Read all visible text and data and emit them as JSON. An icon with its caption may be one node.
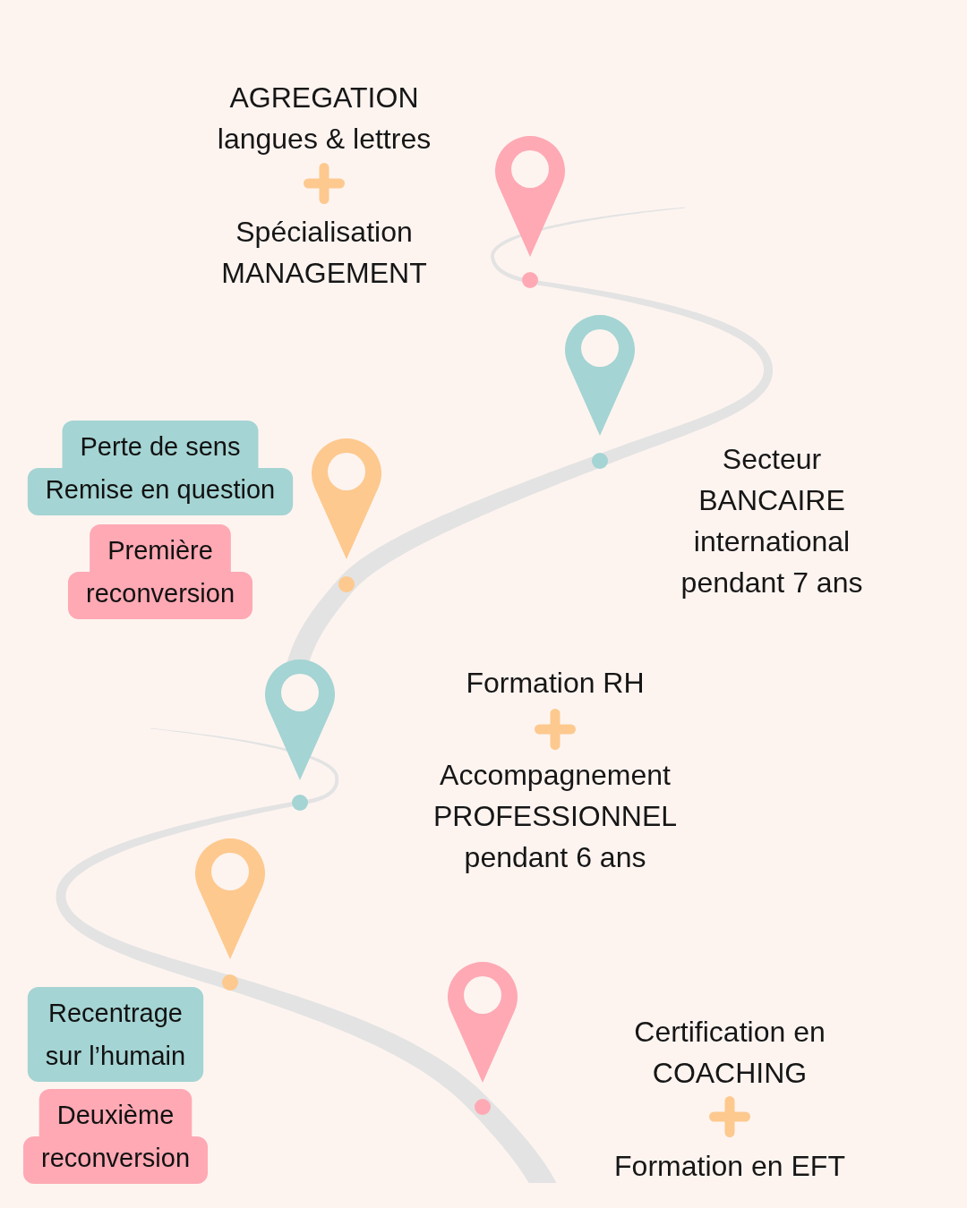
{
  "diagram": {
    "nodes": [
      {
        "text": [
          "Perte de sens",
          "Remise en question"
        ]
      },
      {
        "text": [
          "Première reconversion"
        ]
      },
      {
        "text": [
          "Recentrage sur l’humain"
        ]
      },
      {
        "text": [
          "Deuxième reconversion"
        ]
      }
    ],
    "labels": [
      "AGREGATION langues & lettres",
      "Spécialisation MANAGEMENT",
      "Secteur BANCAIRE international pendant 7 ans",
      "Formation RH",
      "Accompagnement PROFESSIONNEL pendant 6 ans",
      "Certification en COACHING",
      "Formation en EFT"
    ]
  }
}
